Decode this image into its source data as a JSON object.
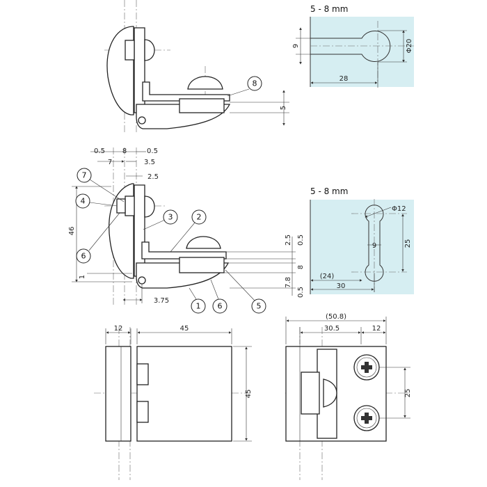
{
  "diagram": {
    "slot_panel": {
      "header": "5 - 8 mm",
      "dim_height": "9",
      "dim_diameter": "Φ20",
      "dim_width": "28"
    },
    "oval_panel": {
      "header": "5 - 8 mm",
      "dim_diameter": "Φ12",
      "dim_width": "9",
      "dim_height": "25",
      "dim_offset": "(24)",
      "dim_total": "30"
    },
    "top_view": {
      "callout": "8",
      "dim_gap": "5"
    },
    "side_view": {
      "callouts": [
        "7",
        "4",
        "6",
        "3",
        "2",
        "1",
        "6",
        "5"
      ],
      "dims_top": [
        "0.5",
        "8",
        "0.5",
        "7",
        "3.5",
        "2.5"
      ],
      "dim_height": "46",
      "dim_low": "1",
      "dim_bottom": "3.75",
      "dims_right": [
        "2.5",
        "0.5",
        "8",
        "7.8",
        "0.5"
      ]
    },
    "front_view": {
      "dim_thickness": "12",
      "dim_width": "45",
      "dim_height": "45"
    },
    "back_view": {
      "dim_overall": "(50.8)",
      "dim_inner": "30.5",
      "dim_edge": "12",
      "dim_holes": "25"
    }
  }
}
